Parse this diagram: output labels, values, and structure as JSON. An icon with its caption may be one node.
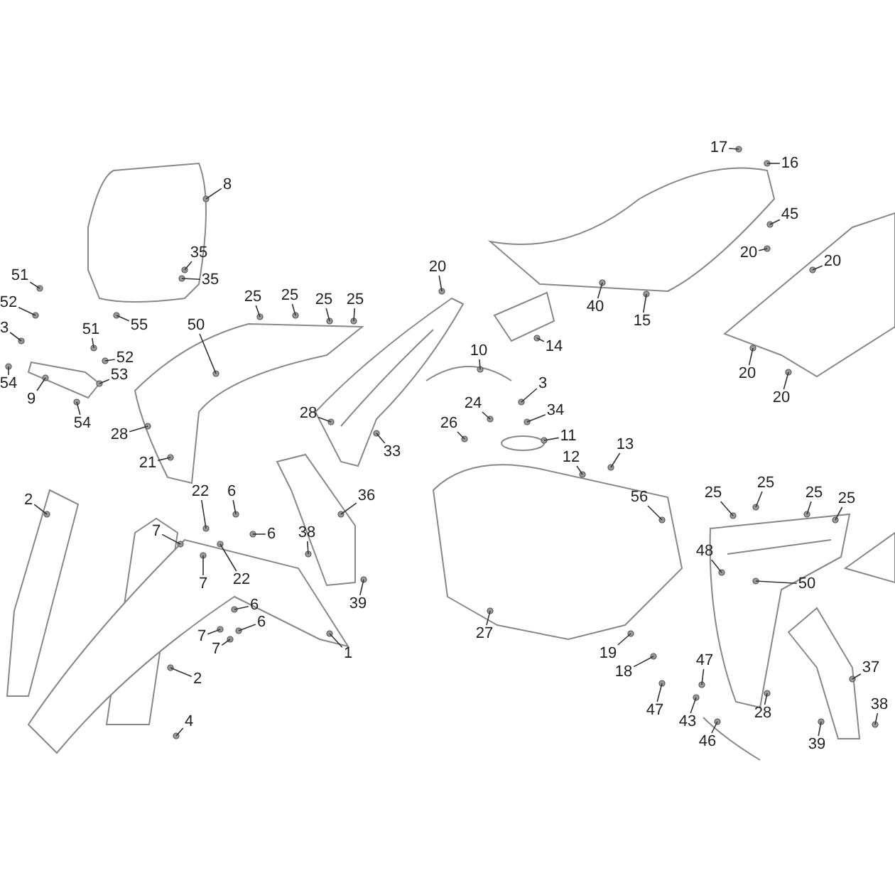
{
  "diagram": {
    "nodes": [
      {
        "text": [
          "8"
        ]
      },
      {
        "text": [
          "35"
        ]
      },
      {
        "text": [
          "35"
        ]
      },
      {
        "text": [
          "55"
        ]
      },
      {
        "text": [
          "51"
        ]
      },
      {
        "text": [
          "52"
        ]
      },
      {
        "text": [
          "3"
        ]
      },
      {
        "text": [
          "54"
        ]
      },
      {
        "text": [
          "9"
        ]
      },
      {
        "text": [
          "51"
        ]
      },
      {
        "text": [
          "52"
        ]
      },
      {
        "text": [
          "53"
        ]
      },
      {
        "text": [
          "54"
        ]
      },
      {
        "text": [
          "50"
        ]
      },
      {
        "text": [
          "25"
        ]
      },
      {
        "text": [
          "25"
        ]
      },
      {
        "text": [
          "25"
        ]
      },
      {
        "text": [
          "25"
        ]
      },
      {
        "text": [
          "28"
        ]
      },
      {
        "text": [
          "21"
        ]
      },
      {
        "text": [
          "20"
        ]
      },
      {
        "text": [
          "28"
        ]
      },
      {
        "text": [
          "33"
        ]
      },
      {
        "text": [
          "26"
        ]
      },
      {
        "text": [
          "24"
        ]
      },
      {
        "text": [
          "10"
        ]
      },
      {
        "text": [
          "3"
        ]
      },
      {
        "text": [
          "34"
        ]
      },
      {
        "text": [
          "11"
        ]
      },
      {
        "text": [
          "12"
        ]
      },
      {
        "text": [
          "13"
        ]
      },
      {
        "text": [
          "14"
        ]
      },
      {
        "text": [
          "40"
        ]
      },
      {
        "text": [
          "15"
        ]
      },
      {
        "text": [
          "17"
        ]
      },
      {
        "text": [
          "16"
        ]
      },
      {
        "text": [
          "45"
        ]
      },
      {
        "text": [
          "20"
        ]
      },
      {
        "text": [
          "20"
        ]
      },
      {
        "text": [
          "20"
        ]
      },
      {
        "text": [
          "20"
        ]
      },
      {
        "text": [
          "2"
        ]
      },
      {
        "text": [
          "2"
        ]
      },
      {
        "text": [
          "7"
        ]
      },
      {
        "text": [
          "22"
        ]
      },
      {
        "text": [
          "6"
        ]
      },
      {
        "text": [
          "6"
        ]
      },
      {
        "text": [
          "22"
        ]
      },
      {
        "text": [
          "7"
        ]
      },
      {
        "text": [
          "6"
        ]
      },
      {
        "text": [
          "6"
        ]
      },
      {
        "text": [
          "7"
        ]
      },
      {
        "text": [
          "7"
        ]
      },
      {
        "text": [
          "36"
        ]
      },
      {
        "text": [
          "38"
        ]
      },
      {
        "text": [
          "39"
        ]
      },
      {
        "text": [
          "1"
        ]
      },
      {
        "text": [
          "4"
        ]
      },
      {
        "text": [
          "27"
        ]
      },
      {
        "text": [
          "56"
        ]
      },
      {
        "text": [
          "25"
        ]
      },
      {
        "text": [
          "25"
        ]
      },
      {
        "text": [
          "25"
        ]
      },
      {
        "text": [
          "25"
        ]
      },
      {
        "text": [
          "48"
        ]
      },
      {
        "text": [
          "50"
        ]
      },
      {
        "text": [
          "19"
        ]
      },
      {
        "text": [
          "18"
        ]
      },
      {
        "text": [
          "47"
        ]
      },
      {
        "text": [
          "47"
        ]
      },
      {
        "text": [
          "43"
        ]
      },
      {
        "text": [
          "46"
        ]
      },
      {
        "text": [
          "28"
        ]
      },
      {
        "text": [
          "37"
        ]
      },
      {
        "text": [
          "38"
        ]
      },
      {
        "text": [
          "39"
        ]
      }
    ],
    "edges": [
      {
        "from": 0,
        "to": null,
        "arrow": "none"
      },
      {
        "from": 1,
        "to": null,
        "arrow": "none"
      },
      {
        "from": 2,
        "to": null,
        "arrow": "none"
      },
      {
        "from": 3,
        "to": null,
        "arrow": "none"
      },
      {
        "from": 4,
        "to": null,
        "arrow": "none"
      },
      {
        "from": 5,
        "to": null,
        "arrow": "none"
      },
      {
        "from": 6,
        "to": null,
        "arrow": "none"
      },
      {
        "from": 7,
        "to": null,
        "arrow": "none"
      },
      {
        "from": 8,
        "to": null,
        "arrow": "none"
      },
      {
        "from": 9,
        "to": null,
        "arrow": "none"
      },
      {
        "from": 10,
        "to": null,
        "arrow": "none"
      },
      {
        "from": 11,
        "to": null,
        "arrow": "none"
      },
      {
        "from": 12,
        "to": null,
        "arrow": "none"
      },
      {
        "from": 13,
        "to": null,
        "arrow": "none"
      },
      {
        "from": 14,
        "to": null,
        "arrow": "none"
      },
      {
        "from": 15,
        "to": null,
        "arrow": "none"
      },
      {
        "from": 16,
        "to": null,
        "arrow": "none"
      },
      {
        "from": 17,
        "to": null,
        "arrow": "none"
      },
      {
        "from": 18,
        "to": null,
        "arrow": "none"
      },
      {
        "from": 19,
        "to": null,
        "arrow": "none"
      },
      {
        "from": 20,
        "to": null,
        "arrow": "none"
      },
      {
        "from": 21,
        "to": null,
        "arrow": "none"
      },
      {
        "from": 22,
        "to": null,
        "arrow": "none"
      },
      {
        "from": 23,
        "to": null,
        "arrow": "none"
      },
      {
        "from": 24,
        "to": null,
        "arrow": "none"
      },
      {
        "from": 25,
        "to": null,
        "arrow": "none"
      },
      {
        "from": 26,
        "to": null,
        "arrow": "none"
      },
      {
        "from": 27,
        "to": null,
        "arrow": "none"
      },
      {
        "from": 28,
        "to": null,
        "arrow": "none"
      },
      {
        "from": 29,
        "to": null,
        "arrow": "none"
      },
      {
        "from": 30,
        "to": null,
        "arrow": "none"
      },
      {
        "from": 31,
        "to": null,
        "arrow": "none"
      },
      {
        "from": 32,
        "to": null,
        "arrow": "none"
      },
      {
        "from": 33,
        "to": null,
        "arrow": "none"
      },
      {
        "from": 34,
        "to": null,
        "arrow": "none"
      },
      {
        "from": 35,
        "to": null,
        "arrow": "none"
      },
      {
        "from": 36,
        "to": null,
        "arrow": "none"
      },
      {
        "from": 37,
        "to": null,
        "arrow": "none"
      },
      {
        "from": 38,
        "to": null,
        "arrow": "none"
      },
      {
        "from": 39,
        "to": null,
        "arrow": "none"
      },
      {
        "from": 40,
        "to": null,
        "arrow": "none"
      },
      {
        "from": 41,
        "to": null,
        "arrow": "none"
      },
      {
        "from": 42,
        "to": null,
        "arrow": "none"
      },
      {
        "from": 43,
        "to": null,
        "arrow": "none"
      },
      {
        "from": 44,
        "to": null,
        "arrow": "none"
      },
      {
        "from": 45,
        "to": null,
        "arrow": "none"
      },
      {
        "from": 46,
        "to": null,
        "arrow": "none"
      },
      {
        "from": 47,
        "to": null,
        "arrow": "none"
      },
      {
        "from": 48,
        "to": null,
        "arrow": "none"
      },
      {
        "from": 49,
        "to": null,
        "arrow": "none"
      },
      {
        "from": 50,
        "to": null,
        "arrow": "none"
      },
      {
        "from": 51,
        "to": null,
        "arrow": "none"
      },
      {
        "from": 52,
        "to": null,
        "arrow": "none"
      },
      {
        "from": 53,
        "to": null,
        "arrow": "none"
      },
      {
        "from": 54,
        "to": null,
        "arrow": "none"
      },
      {
        "from": 55,
        "to": null,
        "arrow": "none"
      },
      {
        "from": 56,
        "to": null,
        "arrow": "none"
      },
      {
        "from": 57,
        "to": null,
        "arrow": "none"
      },
      {
        "from": 58,
        "to": null,
        "arrow": "none"
      },
      {
        "from": 59,
        "to": null,
        "arrow": "none"
      },
      {
        "from": 60,
        "to": null,
        "arrow": "none"
      },
      {
        "from": 61,
        "to": null,
        "arrow": "none"
      },
      {
        "from": 62,
        "to": null,
        "arrow": "none"
      },
      {
        "from": 63,
        "to": null,
        "arrow": "none"
      },
      {
        "from": 64,
        "to": null,
        "arrow": "none"
      },
      {
        "from": 65,
        "to": null,
        "arrow": "none"
      },
      {
        "from": 66,
        "to": null,
        "arrow": "none"
      },
      {
        "from": 67,
        "to": null,
        "arrow": "none"
      },
      {
        "from": 68,
        "to": null,
        "arrow": "none"
      },
      {
        "from": 69,
        "to": null,
        "arrow": "none"
      },
      {
        "from": 70,
        "to": null,
        "arrow": "none"
      },
      {
        "from": 71,
        "to": null,
        "arrow": "none"
      },
      {
        "from": 72,
        "to": null,
        "arrow": "none"
      },
      {
        "from": 73,
        "to": null,
        "arrow": "none"
      },
      {
        "from": 74,
        "to": null,
        "arrow": "none"
      },
      {
        "from": 75,
        "to": null,
        "arrow": "none"
      }
    ]
  }
}
